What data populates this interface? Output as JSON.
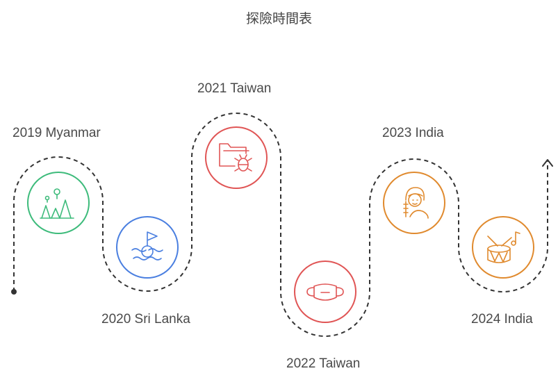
{
  "title": "探險時間表",
  "colors": {
    "path": "#333333",
    "green": "#3dbb7b",
    "blue": "#4a7fe0",
    "red": "#e05555",
    "orange": "#e08a2e"
  },
  "milestones": [
    {
      "label": "2019 Myanmar",
      "icon": "mountains-balloon-icon",
      "color": "green"
    },
    {
      "label": "2020 Sri Lanka",
      "icon": "buoy-flag-icon",
      "color": "blue"
    },
    {
      "label": "2021 Taiwan",
      "icon": "folder-bug-icon",
      "color": "red"
    },
    {
      "label": "2022 Taiwan",
      "icon": "face-mask-icon",
      "color": "red"
    },
    {
      "label": "2023 India",
      "icon": "braided-girl-icon",
      "color": "orange"
    },
    {
      "label": "2024 India",
      "icon": "drum-music-icon",
      "color": "orange"
    }
  ]
}
